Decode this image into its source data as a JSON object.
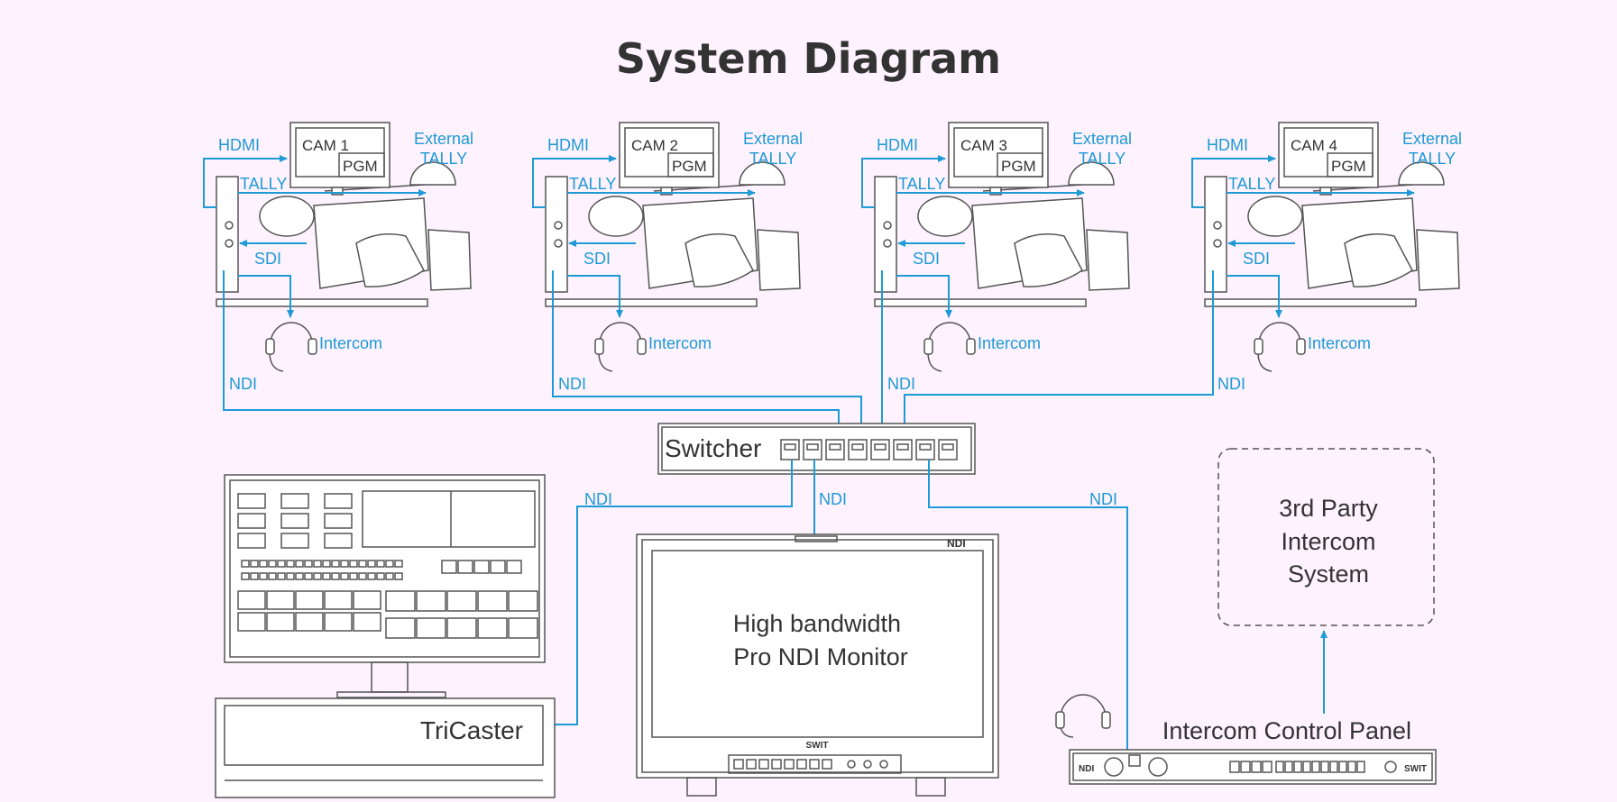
{
  "title": "System Diagram",
  "cameras": [
    {
      "cam_label": "CAM 1",
      "pgm_label": "PGM",
      "hdmi_label": "HDMI",
      "tally_label": "TALLY",
      "external_label": "External",
      "external_tally_label": "TALLY",
      "sdi_label": "SDI",
      "intercom_label": "Intercom",
      "ndi_label": "NDI"
    },
    {
      "cam_label": "CAM 2",
      "pgm_label": "PGM",
      "hdmi_label": "HDMI",
      "tally_label": "TALLY",
      "external_label": "External",
      "external_tally_label": "TALLY",
      "sdi_label": "SDI",
      "intercom_label": "Intercom",
      "ndi_label": "NDI"
    },
    {
      "cam_label": "CAM 3",
      "pgm_label": "PGM",
      "hdmi_label": "HDMI",
      "tally_label": "TALLY",
      "external_label": "External",
      "external_tally_label": "TALLY",
      "sdi_label": "SDI",
      "intercom_label": "Intercom",
      "ndi_label": "NDI"
    },
    {
      "cam_label": "CAM 4",
      "pgm_label": "PGM",
      "hdmi_label": "HDMI",
      "tally_label": "TALLY",
      "external_label": "External",
      "external_tally_label": "TALLY",
      "sdi_label": "SDI",
      "intercom_label": "Intercom",
      "ndi_label": "NDI"
    }
  ],
  "switcher": {
    "label": "Switcher"
  },
  "tricaster": {
    "label": "TriCaster",
    "link_label": "NDI"
  },
  "monitor": {
    "line1": "High bandwidth",
    "line2": "Pro NDI Monitor",
    "brand": "SWIT",
    "badge": "NDI",
    "link_label": "NDI"
  },
  "third_party": {
    "line1": "3rd Party",
    "line2": "Intercom",
    "line3": "System"
  },
  "intercom_panel": {
    "label": "Intercom Control Panel",
    "link_label": "NDI",
    "badge": "NDI",
    "brand": "SWIT"
  },
  "colors": {
    "wire": "#1e9ad6",
    "device": "#555555",
    "background": "#fdf2fd",
    "title": "#333333"
  }
}
